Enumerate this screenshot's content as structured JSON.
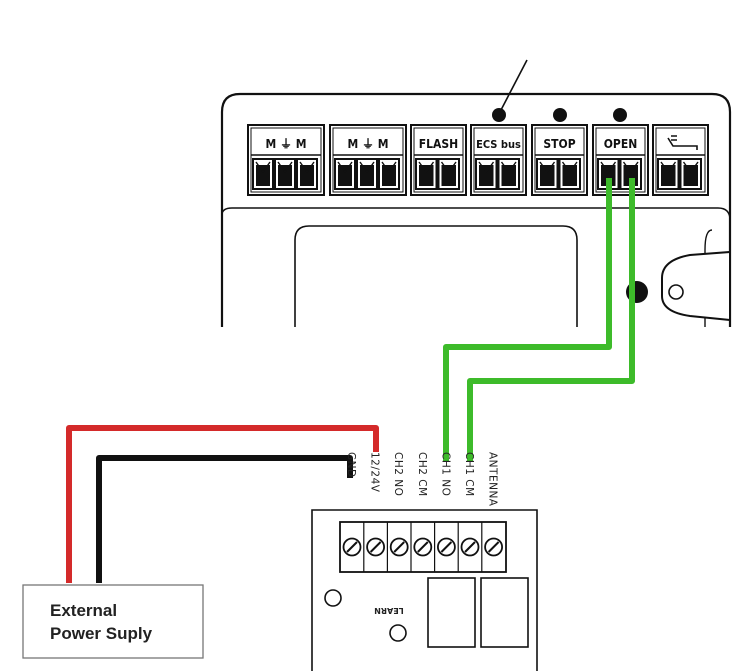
{
  "controller": {
    "terminals": [
      {
        "label": "M ⏚ M",
        "pins": 3
      },
      {
        "label": "M ⏚ M",
        "pins": 3
      },
      {
        "label": "FLASH",
        "pins": 2
      },
      {
        "label": "ECS bus",
        "pins": 2
      },
      {
        "label": "STOP",
        "pins": 2
      },
      {
        "label": "OPEN",
        "pins": 2
      },
      {
        "label": "",
        "pins": 2
      }
    ]
  },
  "receiver": {
    "terminals": [
      "GND",
      "12/24V",
      "CH2 NO",
      "CH2 CM",
      "CH1 NO",
      "CH1 CM",
      "ANTENNA"
    ],
    "learn_label": "LEARN"
  },
  "power_supply": {
    "line1": "External",
    "line2": "Power Suply"
  },
  "wires": {
    "positive_color": "#d42a2a",
    "ground_color": "#111111",
    "signal_color": "#3dbb2a"
  }
}
